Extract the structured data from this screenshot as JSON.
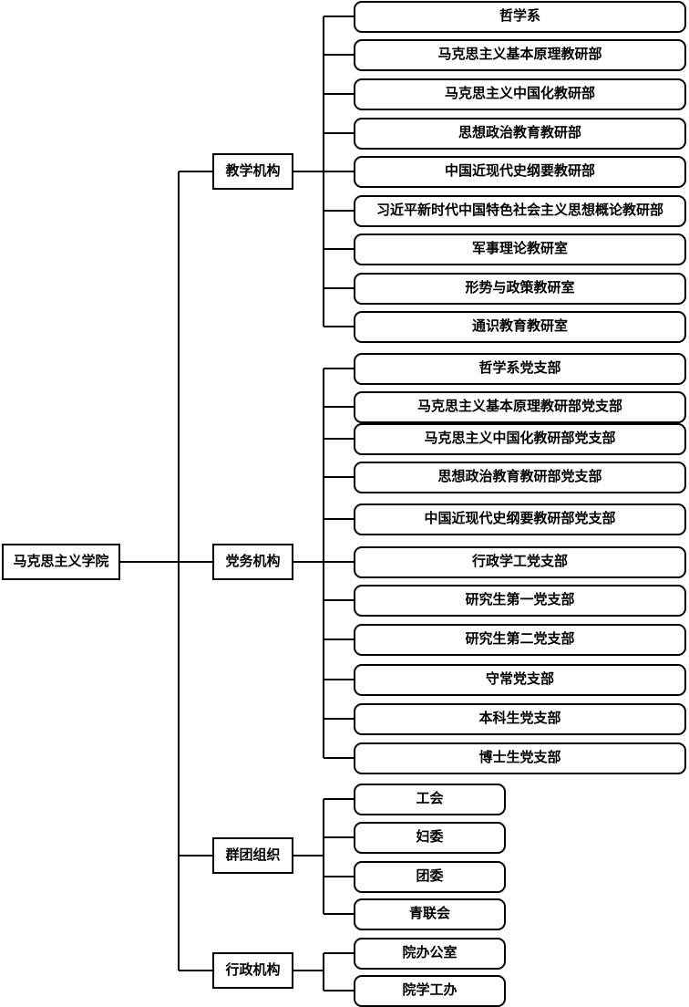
{
  "root": {
    "label": "马克思主义学院"
  },
  "branches": [
    {
      "label": "教学机构",
      "children": [
        "哲学系",
        "马克思主义基本原理教研部",
        "马克思主义中国化教研部",
        "思想政治教育教研部",
        "中国近现代史纲要教研部",
        "习近平新时代中国特色社会主义思想概论教研部",
        "军事理论教研室",
        "形势与政策教研室",
        "通识教育教研室"
      ]
    },
    {
      "label": "党务机构",
      "children": [
        "哲学系党支部",
        "马克思主义基本原理教研部党支部",
        "马克思主义中国化教研部党支部",
        "思想政治教育教研部党支部",
        "中国近现代史纲要教研部党支部",
        "行政学工党支部",
        "研究生第一党支部",
        "研究生第二党支部",
        "守常党支部",
        "本科生党支部",
        "博士生党支部"
      ]
    },
    {
      "label": "群团组织",
      "children": [
        "工会",
        "妇委",
        "团委",
        "青联会"
      ]
    },
    {
      "label": "行政机构",
      "children": [
        "院办公室",
        "院学工办"
      ]
    }
  ],
  "colors": {
    "line": "#000000",
    "box_border": "#000000",
    "box_fill": "#ffffff",
    "text": "#000000",
    "page_bg": "#ffffff"
  }
}
